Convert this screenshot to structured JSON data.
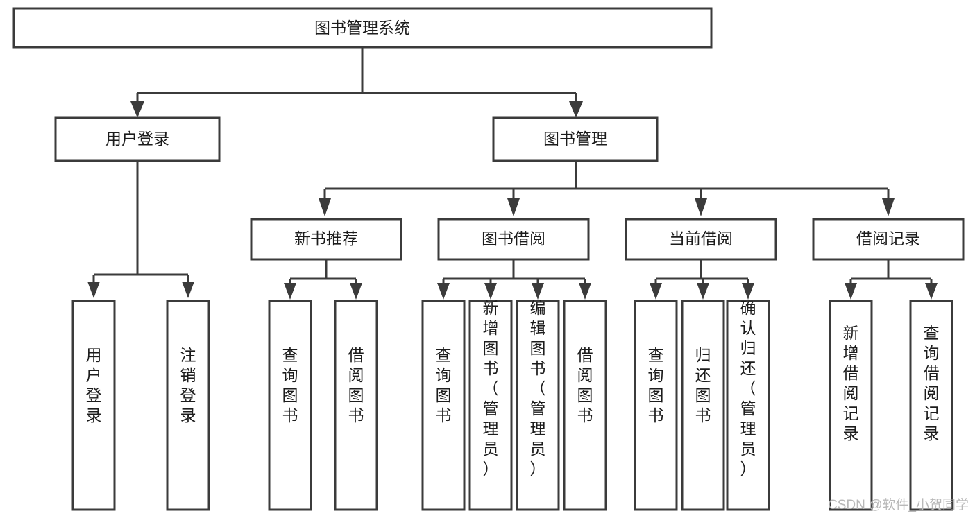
{
  "diagram": {
    "type": "hierarchy-tree",
    "title": "图书管理系统",
    "orientation": "top-down",
    "levels": 4,
    "colors": {
      "box_stroke": "#3b3b3b",
      "box_fill": "#ffffff",
      "connector": "#3b3b3b",
      "label": "#1c1c1c",
      "watermark": "#b9b9b9",
      "background": "#ffffff"
    },
    "root": {
      "label": "图书管理系统",
      "text_orientation": "horizontal"
    },
    "level2": [
      {
        "label": "用户登录",
        "text_orientation": "horizontal"
      },
      {
        "label": "图书管理",
        "text_orientation": "horizontal"
      }
    ],
    "level3": [
      {
        "label": "新书推荐",
        "text_orientation": "horizontal",
        "parent": "图书管理"
      },
      {
        "label": "图书借阅",
        "text_orientation": "horizontal",
        "parent": "图书管理"
      },
      {
        "label": "当前借阅",
        "text_orientation": "horizontal",
        "parent": "图书管理"
      },
      {
        "label": "借阅记录",
        "text_orientation": "horizontal",
        "parent": "图书管理"
      }
    ],
    "leaves": {
      "user_login": [
        {
          "label": "用户登录",
          "text_orientation": "vertical"
        },
        {
          "label": "注销登录",
          "text_orientation": "vertical"
        }
      ],
      "new_book_recommend": [
        {
          "label": "查询图书",
          "text_orientation": "vertical"
        },
        {
          "label": "借阅图书",
          "text_orientation": "vertical"
        }
      ],
      "book_borrow": [
        {
          "label": "查询图书",
          "text_orientation": "vertical"
        },
        {
          "label": "新增图书（管理员）",
          "text_orientation": "vertical"
        },
        {
          "label": "编辑图书（管理员）",
          "text_orientation": "vertical"
        },
        {
          "label": "借阅图书",
          "text_orientation": "vertical"
        }
      ],
      "current_borrow": [
        {
          "label": "查询图书",
          "text_orientation": "vertical"
        },
        {
          "label": "归还图书",
          "text_orientation": "vertical"
        },
        {
          "label": "确认归还（管理员）",
          "text_orientation": "vertical"
        }
      ],
      "borrow_records": [
        {
          "label": "新增借阅记录",
          "text_orientation": "vertical"
        },
        {
          "label": "查询借阅记录",
          "text_orientation": "vertical"
        }
      ]
    },
    "watermark": "CSDN @软件_小贺同学"
  }
}
